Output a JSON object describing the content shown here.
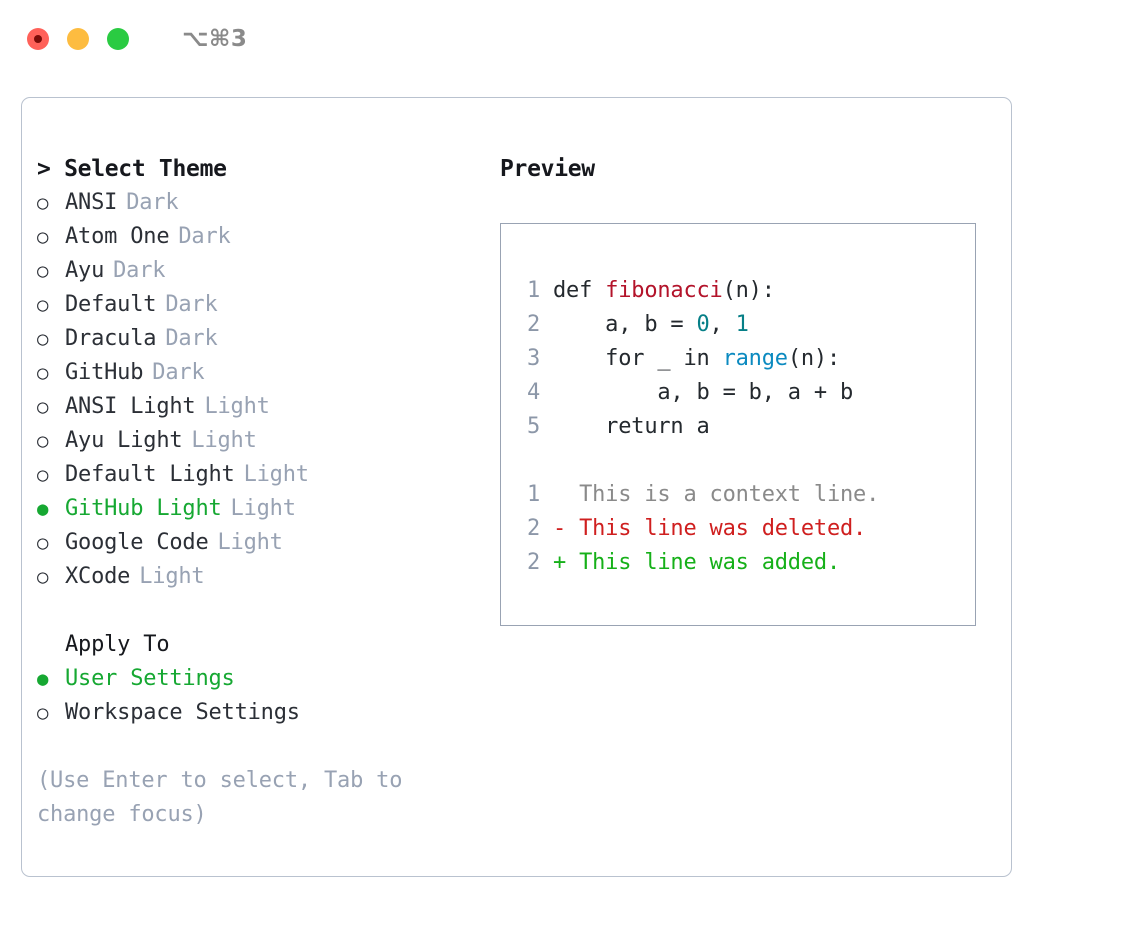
{
  "titlebar": {
    "shortcut": "⌥⌘3",
    "buttons": [
      {
        "name": "close",
        "color": "#FF6159"
      },
      {
        "name": "minimize",
        "color": "#FDBC40"
      },
      {
        "name": "maximize",
        "color": "#2ACB42"
      }
    ]
  },
  "colors": {
    "accent_green": "#16a832",
    "muted": "#98a2b3",
    "text": "#2b2f36",
    "border": "#b9c2cf",
    "preview_border": "#99a3b3",
    "code_function": "#b3132a",
    "code_number": "#067f87",
    "code_builtin": "#0b8ac0",
    "diff_deleted": "#cf1f1f",
    "diff_added": "#16b019",
    "diff_context": "#8a8a8a"
  },
  "theme_panel": {
    "header": "> Select Theme",
    "items": [
      {
        "marker": "○",
        "label": "ANSI",
        "tag": "Dark",
        "selected": false
      },
      {
        "marker": "○",
        "label": "Atom One",
        "tag": "Dark",
        "selected": false
      },
      {
        "marker": "○",
        "label": "Ayu",
        "tag": "Dark",
        "selected": false
      },
      {
        "marker": "○",
        "label": "Default",
        "tag": "Dark",
        "selected": false
      },
      {
        "marker": "○",
        "label": "Dracula",
        "tag": "Dark",
        "selected": false
      },
      {
        "marker": "○",
        "label": "GitHub",
        "tag": "Dark",
        "selected": false
      },
      {
        "marker": "○",
        "label": "ANSI Light",
        "tag": "Light",
        "selected": false
      },
      {
        "marker": "○",
        "label": "Ayu Light",
        "tag": "Light",
        "selected": false
      },
      {
        "marker": "○",
        "label": "Default Light",
        "tag": "Light",
        "selected": false
      },
      {
        "marker": "●",
        "label": "GitHub Light",
        "tag": "Light",
        "selected": true
      },
      {
        "marker": "○",
        "label": "Google Code",
        "tag": "Light",
        "selected": false
      },
      {
        "marker": "○",
        "label": "XCode",
        "tag": "Light",
        "selected": false
      }
    ]
  },
  "apply_to": {
    "title": "Apply To",
    "options": [
      {
        "marker": "●",
        "label": "User Settings",
        "selected": true
      },
      {
        "marker": "○",
        "label": "Workspace Settings",
        "selected": false
      }
    ]
  },
  "hint": "(Use Enter to select, Tab to change focus)",
  "preview": {
    "header": "Preview",
    "code_lines": [
      {
        "n": "1",
        "parts": [
          {
            "t": "def ",
            "c": "ct"
          },
          {
            "t": "fibonacci",
            "c": "cfn"
          },
          {
            "t": "(n):",
            "c": "ct"
          }
        ]
      },
      {
        "n": "2",
        "parts": [
          {
            "t": "    a, b = ",
            "c": "ct"
          },
          {
            "t": "0",
            "c": "cnum"
          },
          {
            "t": ", ",
            "c": "ct"
          },
          {
            "t": "1",
            "c": "cnum"
          }
        ]
      },
      {
        "n": "3",
        "parts": [
          {
            "t": "    for _ in ",
            "c": "ct"
          },
          {
            "t": "range",
            "c": "cbuiltin"
          },
          {
            "t": "(n):",
            "c": "ct"
          }
        ]
      },
      {
        "n": "4",
        "parts": [
          {
            "t": "        a, b = b, a + b",
            "c": "ct"
          }
        ]
      },
      {
        "n": "5",
        "parts": [
          {
            "t": "    return a",
            "c": "ct"
          }
        ]
      }
    ],
    "diff_lines": [
      {
        "n": "1",
        "parts": [
          {
            "t": "  This is a context line.",
            "c": "cctx"
          }
        ]
      },
      {
        "n": "2",
        "parts": [
          {
            "t": "- This line was deleted.",
            "c": "cdel"
          }
        ]
      },
      {
        "n": "2",
        "parts": [
          {
            "t": "+ This line was added.",
            "c": "cadd"
          }
        ]
      }
    ]
  }
}
